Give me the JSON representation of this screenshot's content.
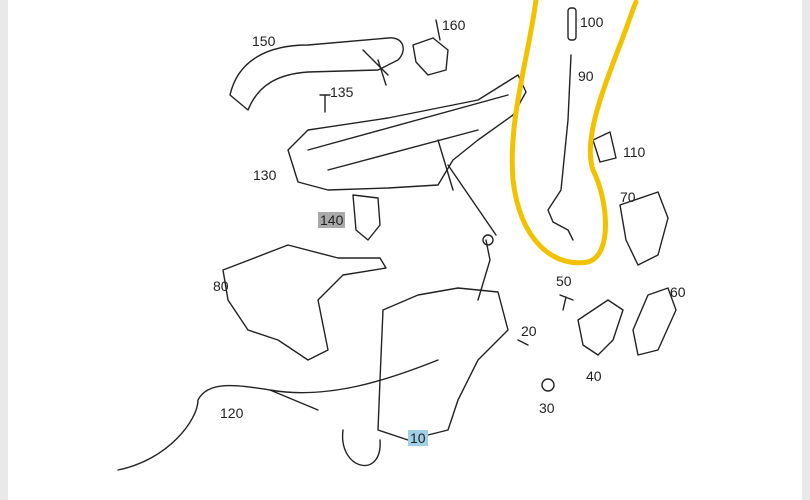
{
  "diagram": {
    "title": "Door handle and lock assembly parts diagram",
    "parts": [
      {
        "id": "150",
        "label": "150"
      },
      {
        "id": "160",
        "label": "160"
      },
      {
        "id": "135",
        "label": "135"
      },
      {
        "id": "100",
        "label": "100"
      },
      {
        "id": "90",
        "label": "90"
      },
      {
        "id": "110",
        "label": "110"
      },
      {
        "id": "130",
        "label": "130"
      },
      {
        "id": "70",
        "label": "70"
      },
      {
        "id": "140",
        "label": "140",
        "highlight": "gray"
      },
      {
        "id": "80",
        "label": "80"
      },
      {
        "id": "50",
        "label": "50"
      },
      {
        "id": "60",
        "label": "60"
      },
      {
        "id": "20",
        "label": "20"
      },
      {
        "id": "40",
        "label": "40"
      },
      {
        "id": "30",
        "label": "30"
      },
      {
        "id": "120",
        "label": "120"
      },
      {
        "id": "10",
        "label": "10",
        "highlight": "blue"
      }
    ],
    "colors": {
      "annotation": "#f2c200",
      "highlight_gray": "#a9a9a9",
      "highlight_blue": "#9fd0e6"
    }
  }
}
